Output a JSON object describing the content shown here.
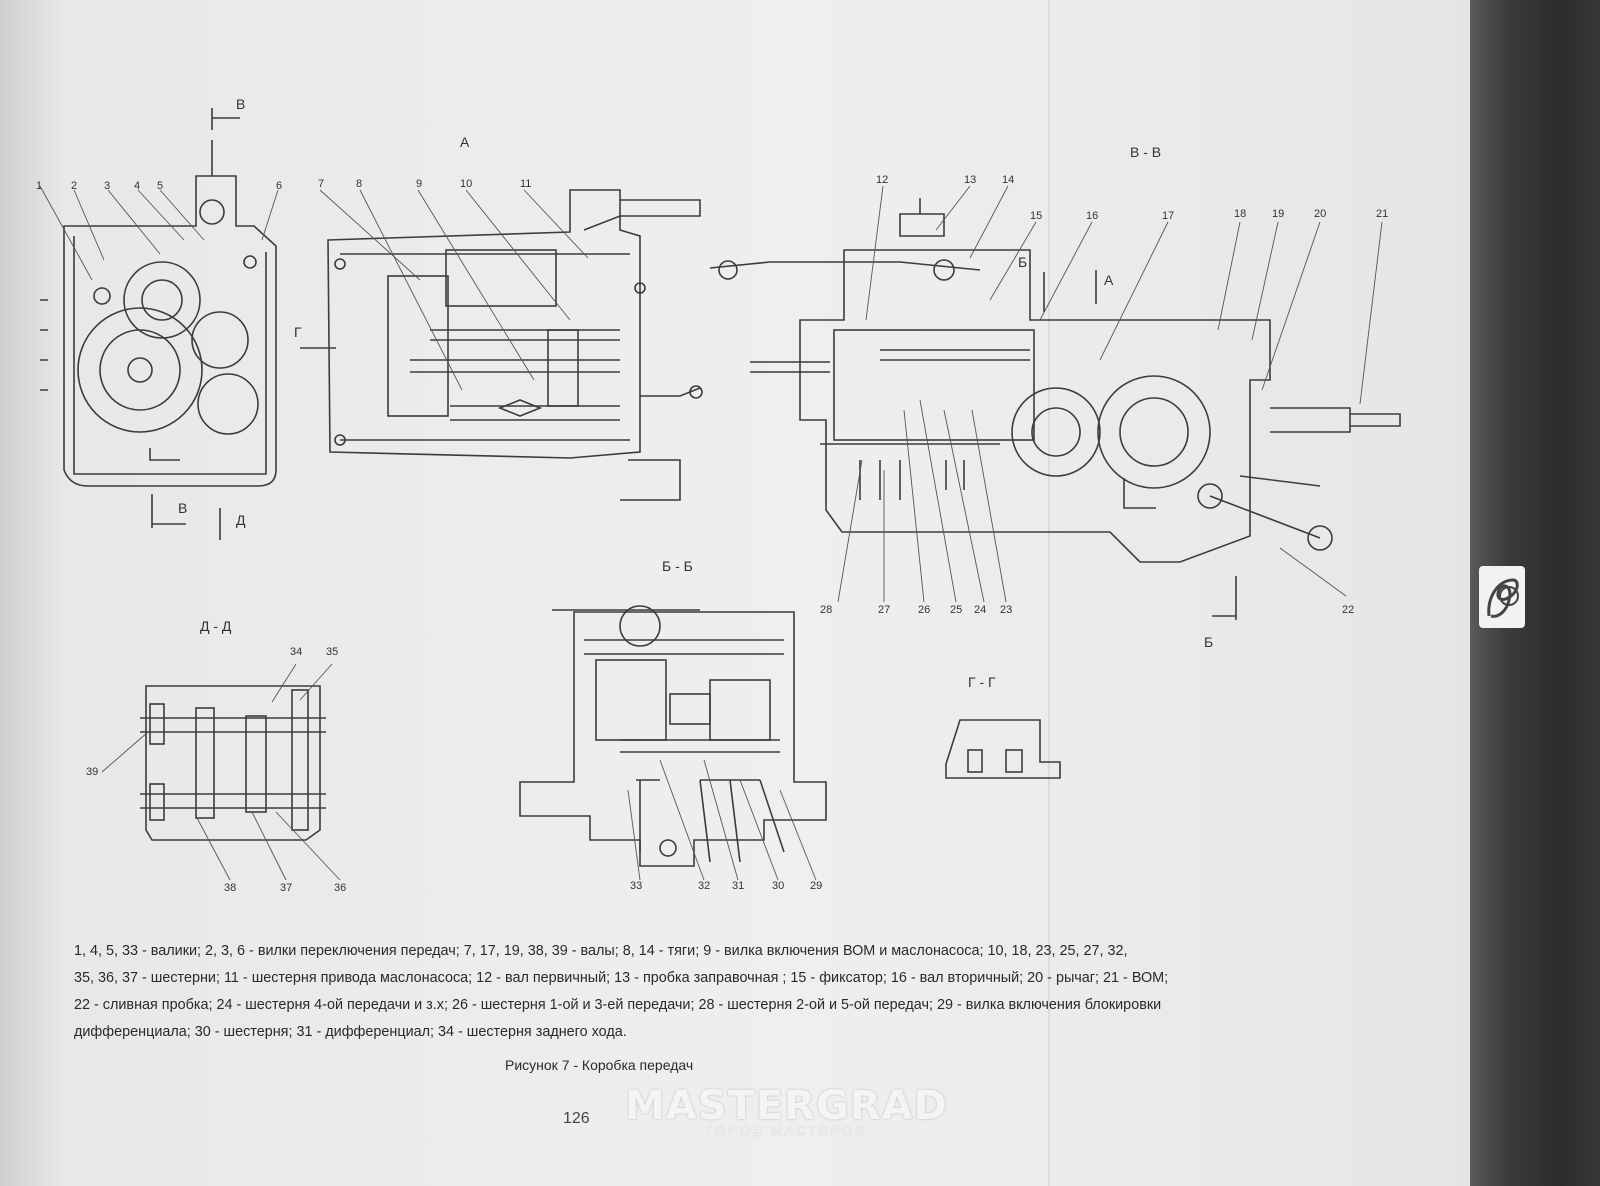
{
  "sections": {
    "a": "А",
    "vv_top": "В",
    "vv_bottom": "В",
    "v_v": "В - В",
    "b_b": "Б - Б",
    "d_d": "Д - Д",
    "g_g": "Г - Г",
    "g_arrow": "Г",
    "d_arrow": "Д",
    "b_arrow_top": "Б",
    "a_arrow": "А",
    "b_bottom": "Б"
  },
  "labels": {
    "n1": "1",
    "n2": "2",
    "n3": "3",
    "n4": "4",
    "n5": "5",
    "n6": "6",
    "n7": "7",
    "n8": "8",
    "n9": "9",
    "n10": "10",
    "n11": "11",
    "n12": "12",
    "n13": "13",
    "n14": "14",
    "n15": "15",
    "n16": "16",
    "n17": "17",
    "n18": "18",
    "n19": "19",
    "n20": "20",
    "n21": "21",
    "n22": "22",
    "n23": "23",
    "n24": "24",
    "n25": "25",
    "n26": "26",
    "n27": "27",
    "n28": "28",
    "n29": "29",
    "n30": "30",
    "n31": "31",
    "n32": "32",
    "n33": "33",
    "n34": "34",
    "n35": "35",
    "n36": "36",
    "n37": "37",
    "n38": "38",
    "n39": "39"
  },
  "legend": {
    "line1": "1, 4, 5, 33 - валики; 2, 3, 6 - вилки переключения передач; 7, 17, 19, 38, 39 - валы; 8, 14 - тяги; 9 - вилка включения ВОМ и маслонасоса; 10, 18, 23, 25, 27, 32,",
    "line2": "35, 36, 37 - шестерни; 11 - шестерня привода маслонасоса; 12 - вал первичный; 13 - пробка заправочная ; 15 - фиксатор; 16 - вал вторичный; 20 - рычаг; 21 - ВОМ;",
    "line3": "22 - сливная пробка; 24 - шестерня 4-ой передачи и з.х; 26 - шестерня 1-ой и 3-ей передачи; 28 - шестерня 2-ой и 5-ой передач; 29 - вилка включения блокировки",
    "line4": "дифференциала; 30 - шестерня; 31 -  дифференциал; 34 - шестерня заднего хода."
  },
  "caption": "Рисунок 7 - Коробка передач",
  "page_number": "126",
  "watermark": {
    "title": "MASTERGRAD",
    "subtitle": "ГОРОД МАСТЕРОВ"
  }
}
